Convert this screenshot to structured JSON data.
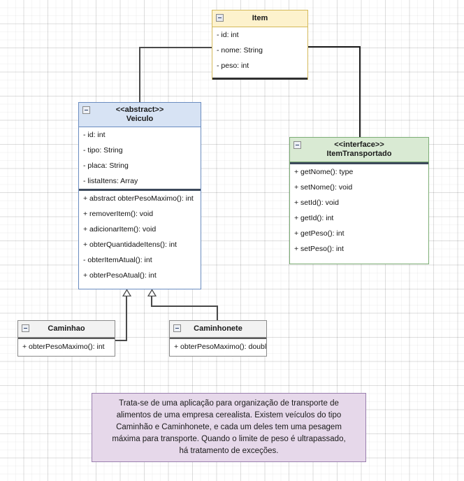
{
  "diagram": {
    "title": "UML Class Diagram",
    "background": "grid-canvas"
  },
  "classes": [
    {
      "id": "item",
      "name": "Item",
      "stereotype": "",
      "header_color": "#fdf2cd",
      "border_color": "#d4b95a",
      "attributes": [
        "- id: int",
        "- nome: String",
        "- peso: int"
      ],
      "methods": []
    },
    {
      "id": "veiculo",
      "name": "Veiculo",
      "stereotype": "<<abstract>>",
      "header_color": "#d7e3f4",
      "border_color": "#6a8cc0",
      "attributes": [
        "- id: int",
        "- tipo: String",
        "- placa: String",
        "- listaItens: Array"
      ],
      "methods": [
        "+ abstract obterPesoMaximo(): int",
        "+ removerItem(): void",
        "+ adicionarItem(): void",
        "+ obterQuantidadeItens(): int",
        "- obterItemAtual(): int",
        "+ obterPesoAtual(): int"
      ]
    },
    {
      "id": "itemtransportado",
      "name": "ItemTransportado",
      "stereotype": "<<interface>>",
      "header_color": "#d9ead3",
      "border_color": "#7dae76",
      "attributes": [],
      "methods": [
        "+ getNome(): type",
        "+ setNome(): void",
        "+ setId(): void",
        "+ getId(): int",
        "+ getPeso(): int",
        "+ setPeso(): int"
      ]
    },
    {
      "id": "caminhao",
      "name": "Caminhao",
      "stereotype": "",
      "header_color": "#f2f2f2",
      "border_color": "#8a8a8a",
      "attributes": [],
      "methods": [
        "+ obterPesoMaximo(): int"
      ]
    },
    {
      "id": "caminhonete",
      "name": "Caminhonete",
      "stereotype": "",
      "header_color": "#f2f2f2",
      "border_color": "#8a8a8a",
      "attributes": [],
      "methods": [
        "+ obterPesoMaximo(): doubl"
      ]
    }
  ],
  "note": {
    "text": "Trata-se de uma aplicação para organização de transporte de\nalimentos de uma empresa cerealista. Existem veículos do tipo\nCaminhão e Caminhonete, e cada um deles tem uma pesagem\nmáxima para transporte. Quando o limite de peso é ultrapassado,\nhá tratamento de exceções.",
    "fill_color": "#e6d8ea",
    "border_color": "#9a7fae"
  },
  "connectors": [
    {
      "id": "item-veiculo",
      "from": "item",
      "to": "veiculo",
      "style": "plain"
    },
    {
      "id": "item-itemtransportado",
      "from": "item",
      "to": "itemtransportado",
      "style": "plain"
    },
    {
      "id": "caminhao-veiculo",
      "from": "caminhao",
      "to": "veiculo",
      "style": "generalization"
    },
    {
      "id": "caminhonete-veiculo",
      "from": "caminhonete",
      "to": "veiculo",
      "style": "generalization"
    }
  ]
}
